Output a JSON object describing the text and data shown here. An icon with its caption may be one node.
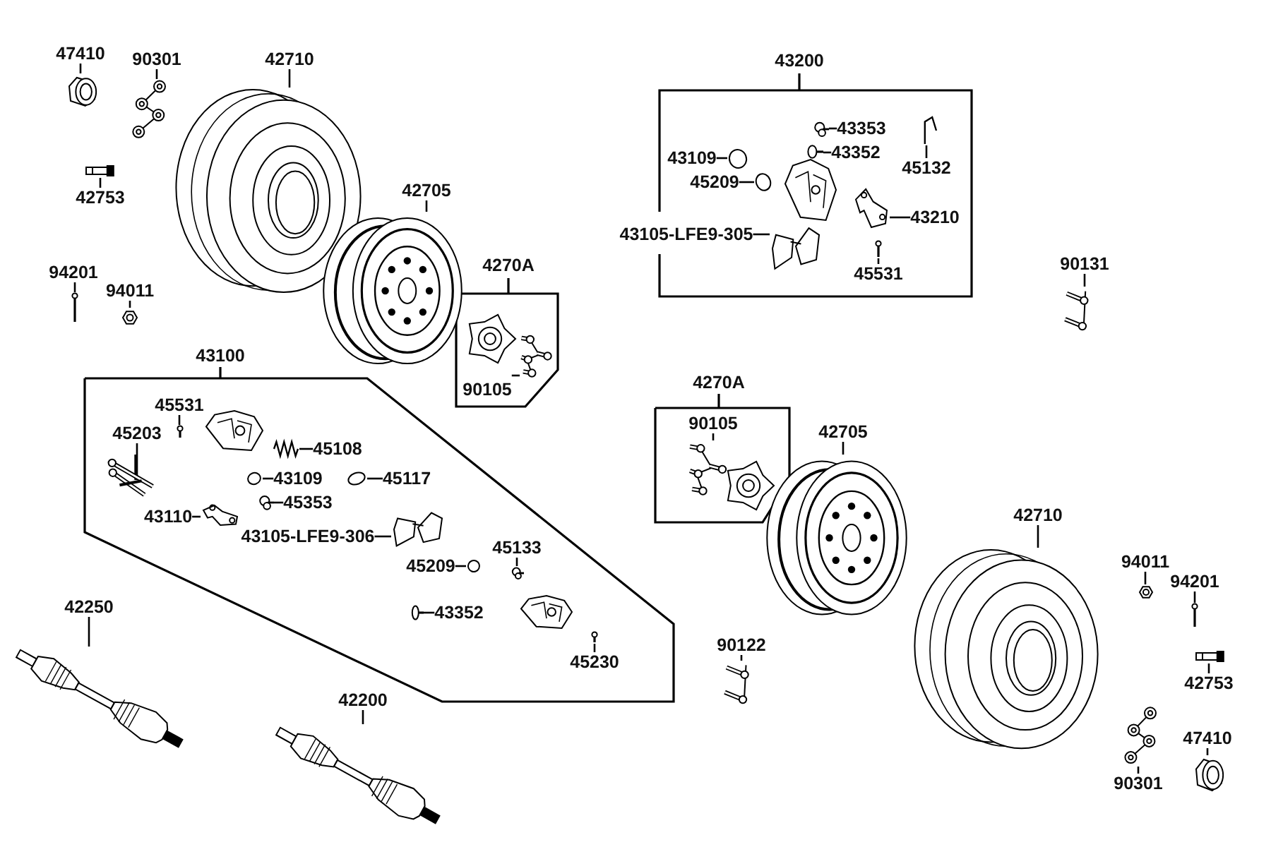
{
  "diagram": {
    "nodes": [
      {
        "text": [
          "47410"
        ]
      },
      {
        "text": [],
        "shape": "picture"
      },
      {
        "text": [
          "90301"
        ]
      },
      {
        "text": [],
        "shape": "picture"
      },
      {
        "text": [
          "42710"
        ]
      },
      {
        "text": [],
        "shape": "picture"
      },
      {
        "text": [
          "42753"
        ]
      },
      {
        "text": [],
        "shape": "picture"
      },
      {
        "text": [
          "94201"
        ]
      },
      {
        "text": [],
        "shape": "picture"
      },
      {
        "text": [
          "94011"
        ]
      },
      {
        "text": [],
        "shape": "picture"
      },
      {
        "text": [
          "42705"
        ]
      },
      {
        "text": [],
        "shape": "picture"
      },
      {
        "text": [
          "4270A"
        ]
      },
      {
        "text": [
          "90105"
        ],
        "in": 14
      },
      {
        "text": [],
        "shape": "picture",
        "in": 14
      },
      {
        "text": [
          "43200"
        ]
      },
      {
        "text": [
          "43353"
        ],
        "in": 17
      },
      {
        "text": [],
        "shape": "picture",
        "in": 17
      },
      {
        "text": [
          "43352"
        ],
        "in": 17
      },
      {
        "text": [],
        "shape": "picture",
        "in": 17
      },
      {
        "text": [
          "43109"
        ],
        "in": 17
      },
      {
        "text": [],
        "shape": "circle",
        "in": 17
      },
      {
        "text": [
          "45209"
        ],
        "in": 17
      },
      {
        "text": [],
        "shape": "circle",
        "in": 17
      },
      {
        "text": [
          "43105-LFE9-305"
        ],
        "in": 17
      },
      {
        "text": [],
        "shape": "picture",
        "in": 17
      },
      {
        "text": [
          "45132"
        ],
        "in": 17
      },
      {
        "text": [],
        "shape": "picture",
        "in": 17
      },
      {
        "text": [
          "43210"
        ],
        "in": 17
      },
      {
        "text": [],
        "shape": "picture",
        "in": 17
      },
      {
        "text": [
          "45531"
        ],
        "in": 17
      },
      {
        "text": [],
        "shape": "picture",
        "in": 17
      },
      {
        "text": [
          "90131"
        ]
      },
      {
        "text": [],
        "shape": "picture"
      },
      {
        "text": [
          "43100"
        ]
      },
      {
        "text": [
          "45531"
        ],
        "in": 36
      },
      {
        "text": [],
        "shape": "picture",
        "in": 36
      },
      {
        "text": [
          "45203"
        ],
        "in": 36
      },
      {
        "text": [],
        "shape": "picture",
        "in": 36
      },
      {
        "text": [
          "45108"
        ],
        "in": 36
      },
      {
        "text": [],
        "shape": "picture",
        "in": 36
      },
      {
        "text": [
          "43109"
        ],
        "in": 36
      },
      {
        "text": [],
        "shape": "circle",
        "in": 36
      },
      {
        "text": [
          "45117"
        ],
        "in": 36
      },
      {
        "text": [],
        "shape": "circle",
        "in": 36
      },
      {
        "text": [
          "45353"
        ],
        "in": 36
      },
      {
        "text": [],
        "shape": "picture",
        "in": 36
      },
      {
        "text": [
          "43110"
        ],
        "in": 36
      },
      {
        "text": [],
        "shape": "picture",
        "in": 36
      },
      {
        "text": [
          "43105-LFE9-306"
        ],
        "in": 36
      },
      {
        "text": [],
        "shape": "picture",
        "in": 36
      },
      {
        "text": [
          "45133"
        ],
        "in": 36
      },
      {
        "text": [],
        "shape": "picture",
        "in": 36
      },
      {
        "text": [
          "45209"
        ],
        "in": 36
      },
      {
        "text": [],
        "shape": "circle",
        "in": 36
      },
      {
        "text": [
          "43352"
        ],
        "in": 36
      },
      {
        "text": [],
        "shape": "picture",
        "in": 36
      },
      {
        "text": [
          "45230"
        ],
        "in": 36
      },
      {
        "text": [],
        "shape": "picture",
        "in": 36
      },
      {
        "text": [
          "42250"
        ]
      },
      {
        "text": [],
        "shape": "picture"
      },
      {
        "text": [
          "42200"
        ]
      },
      {
        "text": [],
        "shape": "picture"
      },
      {
        "text": [
          "4270A"
        ]
      },
      {
        "text": [
          "90105"
        ],
        "in": 65
      },
      {
        "text": [],
        "shape": "picture",
        "in": 65
      },
      {
        "text": [
          "42705"
        ]
      },
      {
        "text": [],
        "shape": "picture"
      },
      {
        "text": [
          "42710"
        ]
      },
      {
        "text": [],
        "shape": "picture"
      },
      {
        "text": [
          "94011"
        ]
      },
      {
        "text": [],
        "shape": "picture"
      },
      {
        "text": [
          "94201"
        ]
      },
      {
        "text": [],
        "shape": "picture"
      },
      {
        "text": [
          "42753"
        ]
      },
      {
        "text": [],
        "shape": "picture"
      },
      {
        "text": [
          "90301"
        ]
      },
      {
        "text": [],
        "shape": "picture"
      },
      {
        "text": [
          "47410"
        ]
      },
      {
        "text": [],
        "shape": "picture"
      },
      {
        "text": [
          "90122"
        ]
      },
      {
        "text": [],
        "shape": "picture"
      },
      {
        "text": [],
        "shape": "picture",
        "in": 14
      },
      {
        "text": [],
        "shape": "picture",
        "in": 17
      },
      {
        "text": [],
        "shape": "picture",
        "in": 36
      },
      {
        "text": [],
        "shape": "picture",
        "in": 36
      },
      {
        "text": [],
        "shape": "picture",
        "in": 65
      }
    ],
    "edges": [
      {
        "from": 0,
        "to": 1,
        "arrow": "none"
      },
      {
        "from": 2,
        "to": 3,
        "arrow": "none"
      },
      {
        "from": 4,
        "to": 5,
        "arrow": "none"
      },
      {
        "from": 6,
        "to": 7,
        "arrow": "none"
      },
      {
        "from": 8,
        "to": 9,
        "arrow": "none"
      },
      {
        "from": 10,
        "to": 11,
        "arrow": "none"
      },
      {
        "from": 12,
        "to": 13,
        "arrow": "none"
      },
      {
        "from": 15,
        "to": 84,
        "arrow": "none"
      },
      {
        "from": 18,
        "to": 19,
        "arrow": "none"
      },
      {
        "from": 20,
        "to": 21,
        "arrow": "none"
      },
      {
        "from": 22,
        "to": 23,
        "arrow": "none"
      },
      {
        "from": 24,
        "to": 25,
        "arrow": "none"
      },
      {
        "from": 26,
        "to": 27,
        "arrow": "none"
      },
      {
        "from": 28,
        "to": 29,
        "arrow": "none"
      },
      {
        "from": 30,
        "to": 31,
        "arrow": "none"
      },
      {
        "from": 32,
        "to": 33,
        "arrow": "none"
      },
      {
        "from": 34,
        "to": 35,
        "arrow": "none"
      },
      {
        "from": 37,
        "to": 38,
        "arrow": "none"
      },
      {
        "from": 39,
        "to": 40,
        "arrow": "none"
      },
      {
        "from": 41,
        "to": 42,
        "arrow": "none"
      },
      {
        "from": 43,
        "to": 44,
        "arrow": "none"
      },
      {
        "from": 45,
        "to": 46,
        "arrow": "none"
      },
      {
        "from": 47,
        "to": 48,
        "arrow": "none"
      },
      {
        "from": 49,
        "to": 50,
        "arrow": "none"
      },
      {
        "from": 51,
        "to": 52,
        "arrow": "none"
      },
      {
        "from": 53,
        "to": 54,
        "arrow": "none"
      },
      {
        "from": 55,
        "to": 56,
        "arrow": "none"
      },
      {
        "from": 57,
        "to": 58,
        "arrow": "none"
      },
      {
        "from": 59,
        "to": 60,
        "arrow": "none"
      },
      {
        "from": 61,
        "to": 62,
        "arrow": "none"
      },
      {
        "from": 63,
        "to": 64,
        "arrow": "none"
      },
      {
        "from": 66,
        "to": 67,
        "arrow": "none"
      },
      {
        "from": 68,
        "to": 69,
        "arrow": "none"
      },
      {
        "from": 70,
        "to": 71,
        "arrow": "none"
      },
      {
        "from": 72,
        "to": 73,
        "arrow": "none"
      },
      {
        "from": 74,
        "to": 75,
        "arrow": "none"
      },
      {
        "from": 76,
        "to": 77,
        "arrow": "none"
      },
      {
        "from": 78,
        "to": 79,
        "arrow": "none"
      },
      {
        "from": 80,
        "to": 81,
        "arrow": "none"
      },
      {
        "from": 82,
        "to": 83,
        "arrow": "none"
      }
    ]
  }
}
